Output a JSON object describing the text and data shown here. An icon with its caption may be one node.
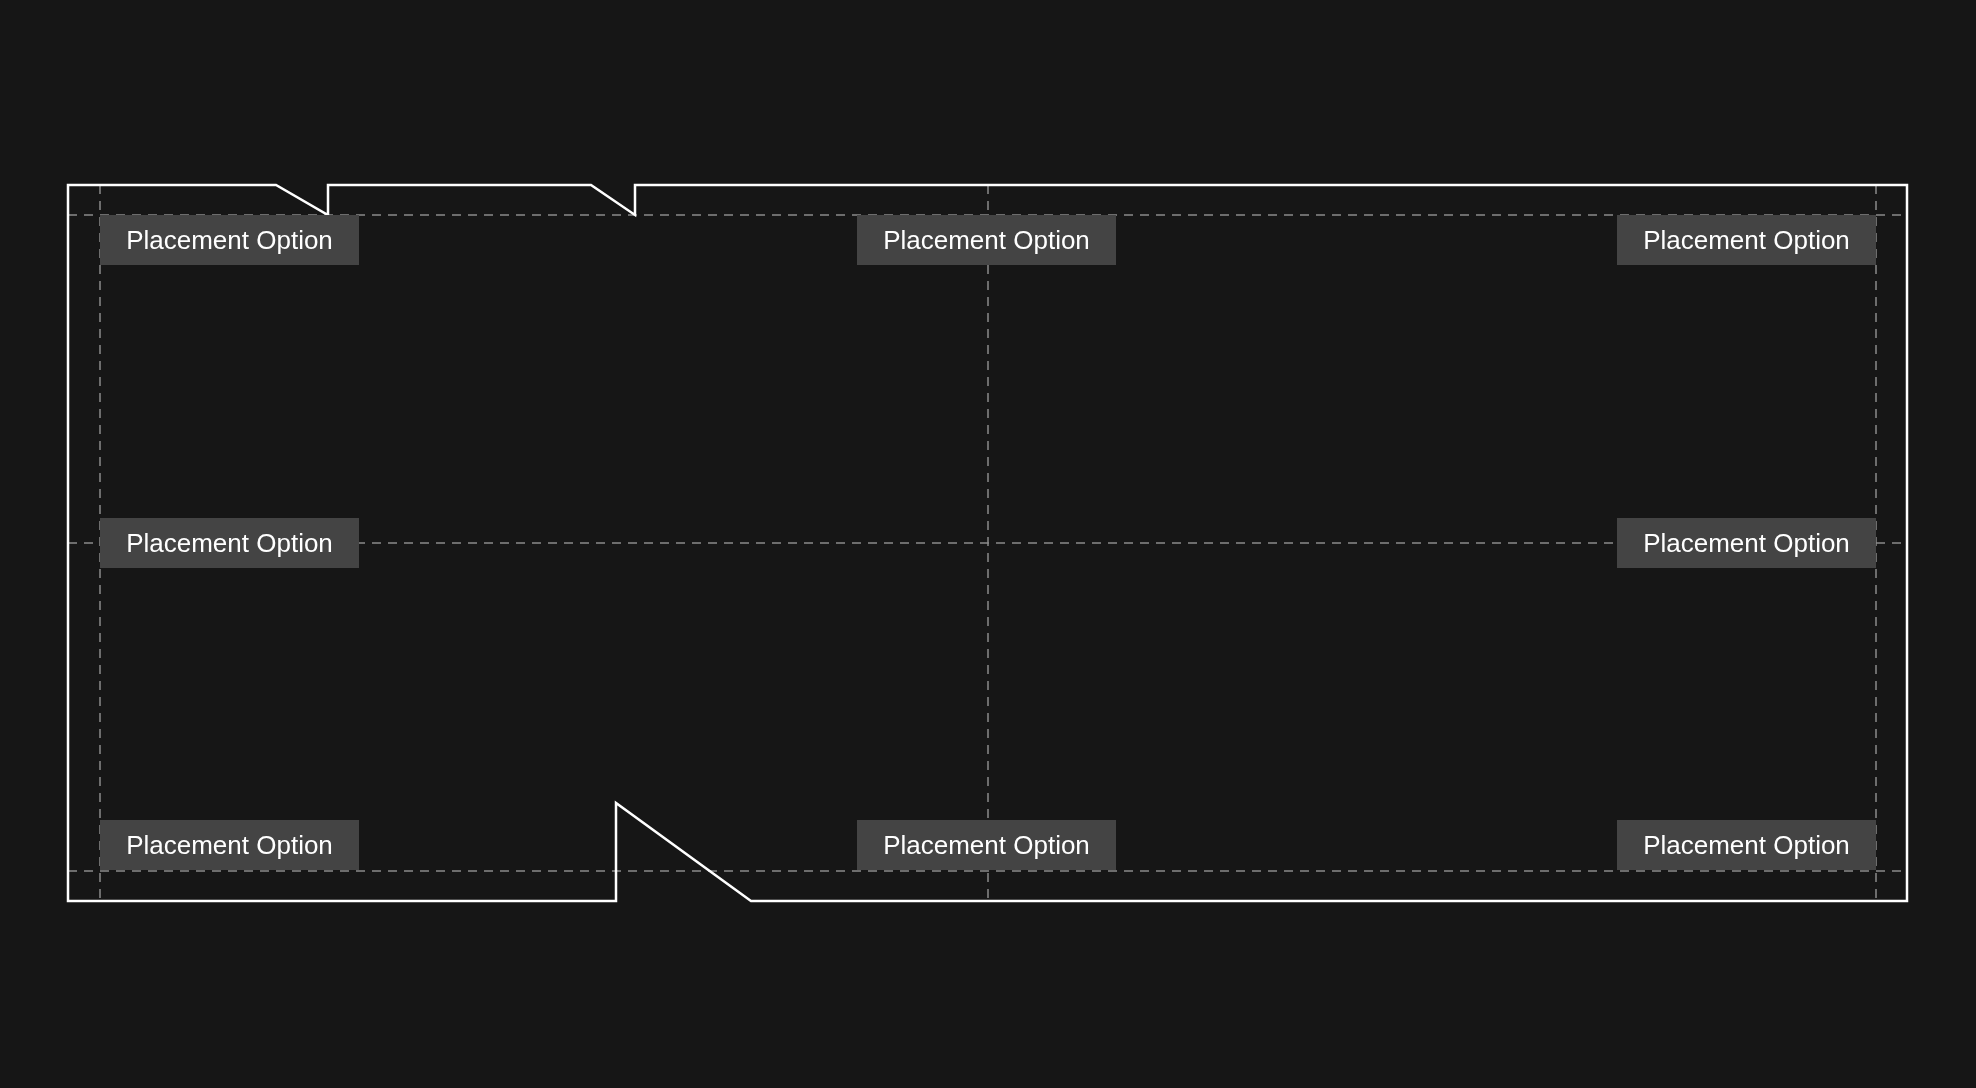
{
  "diagram": {
    "nodes": [
      {
        "text": [
          "Placement Option"
        ]
      },
      {
        "text": [
          "Placement Option"
        ]
      },
      {
        "text": [
          "Placement Option"
        ]
      },
      {
        "text": [
          "Placement Option"
        ]
      },
      {
        "text": [
          "Placement Option"
        ]
      },
      {
        "text": [
          "Placement Option"
        ]
      },
      {
        "text": [
          "Placement Option"
        ]
      },
      {
        "text": [
          "Placement Option"
        ]
      }
    ]
  }
}
